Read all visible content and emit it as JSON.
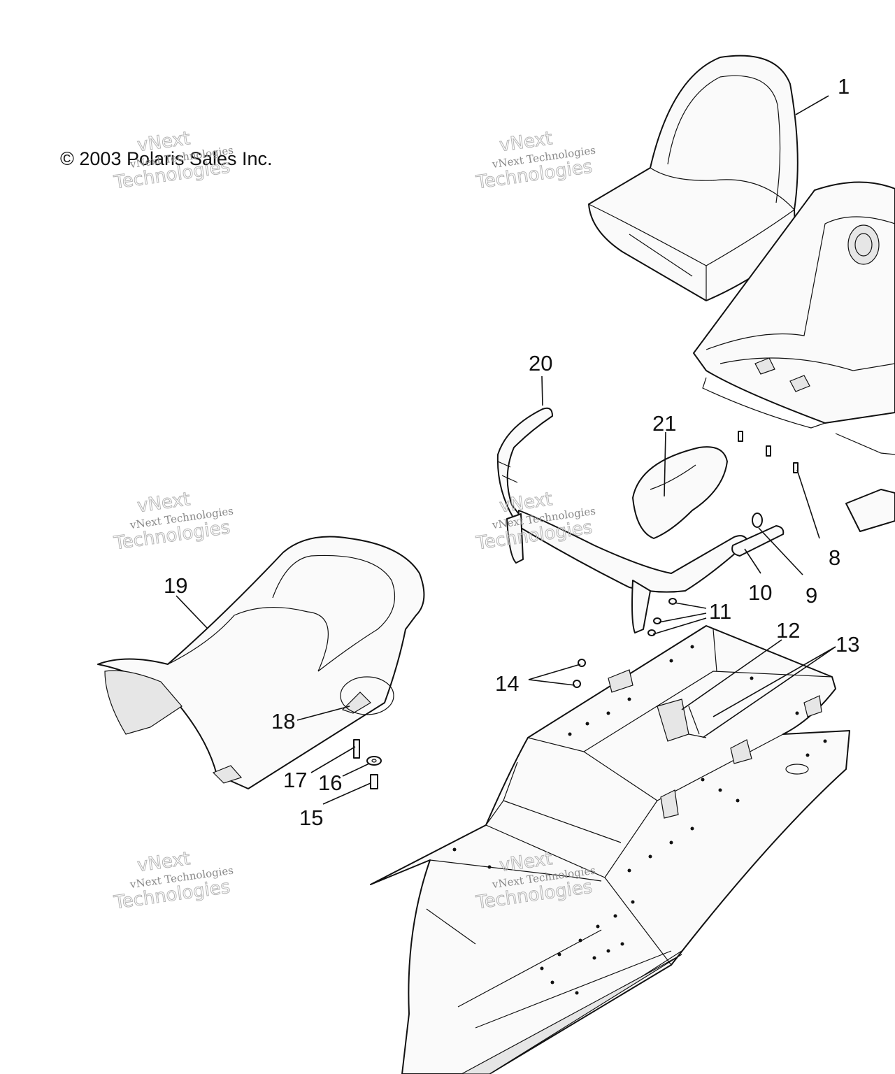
{
  "copyright": "© 2003 Polaris Sales Inc.",
  "watermark": {
    "line1": "vNext Technologies",
    "line2": "vNext",
    "line3": "Technologies"
  },
  "callouts": [
    "1",
    "8",
    "9",
    "10",
    "11",
    "12",
    "13",
    "14",
    "15",
    "16",
    "17",
    "18",
    "19",
    "20",
    "21"
  ],
  "colors": {
    "ink": "#111111",
    "paper": "#ffffff",
    "watermark": "#9a9a9a"
  }
}
